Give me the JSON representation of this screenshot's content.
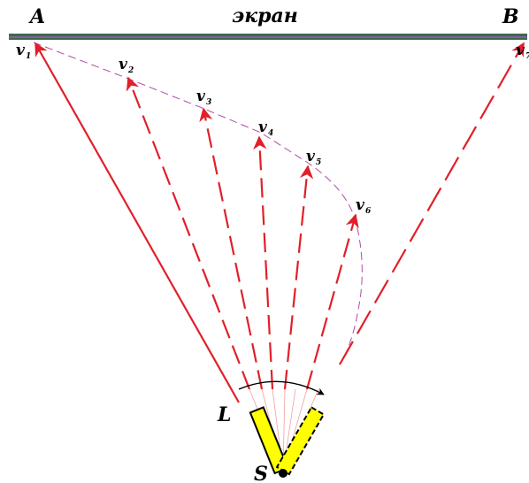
{
  "labels": {
    "screen": "экран",
    "point_a": "A",
    "point_b": "B",
    "point_l": "L",
    "point_s": "S",
    "velocity_symbol": "v",
    "velocity_subscripts": [
      "1",
      "2",
      "3",
      "4",
      "5",
      "6",
      "7"
    ]
  },
  "colors": {
    "ray": "#e0202a",
    "path": "#b04aa8",
    "screen_top": "#3c6a4a",
    "screen_mid": "#8a5aa8",
    "laser": "#ffff00",
    "outline": "#000000"
  }
}
